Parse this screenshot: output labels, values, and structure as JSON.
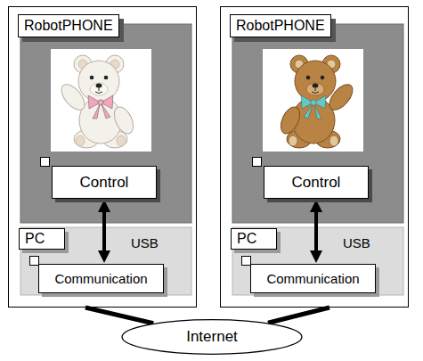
{
  "diagram": {
    "nodes": [
      {
        "text": [
          "RobotPHONE"
        ]
      },
      {
        "text": [
          "Control"
        ],
        "in": 0
      },
      {
        "text": [
          "PC"
        ],
        "in": 0
      },
      {
        "text": [
          "Communication"
        ],
        "in": 2
      },
      {
        "text": [
          "RobotPHONE"
        ]
      },
      {
        "text": [
          "Control"
        ],
        "in": 4
      },
      {
        "text": [
          "PC"
        ],
        "in": 4
      },
      {
        "text": [
          "Communication"
        ],
        "in": 6
      },
      {
        "text": [
          "Internet"
        ]
      }
    ],
    "edges": [
      {
        "from": 1,
        "to": 3,
        "label": "USB",
        "arrow": "both"
      },
      {
        "from": 5,
        "to": 7,
        "label": "USB",
        "arrow": "both"
      },
      {
        "from": 0,
        "to": 8,
        "arrow": "none"
      },
      {
        "from": 4,
        "to": 8,
        "arrow": "none"
      }
    ]
  }
}
